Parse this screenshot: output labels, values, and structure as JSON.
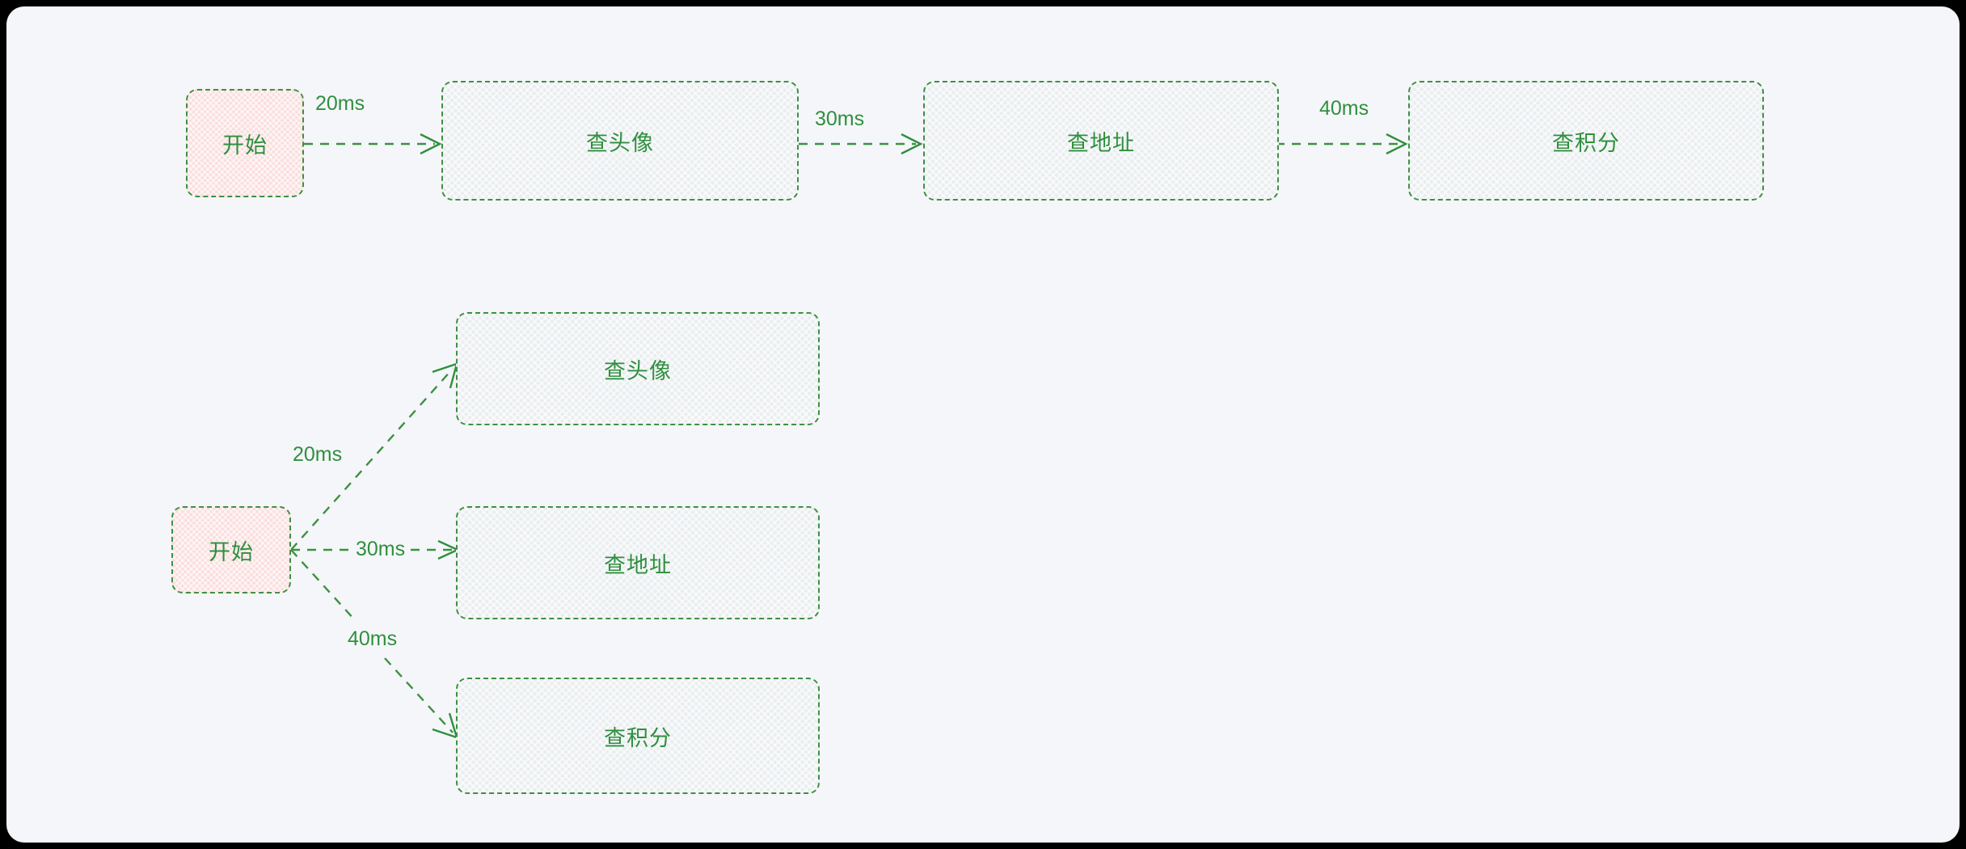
{
  "canvas": {
    "background": "#000000",
    "panel_background": "#f5f6f9",
    "accent_green": "#3d9142",
    "text_green": "#2f8f3e",
    "start_fill": "#fadcdc",
    "task_fill": "#eaeef0"
  },
  "diagrams": [
    {
      "name": "serial-flow",
      "layout": "horizontal-chain",
      "nodes": [
        {
          "id": "s1-start",
          "label": "开始",
          "type": "start"
        },
        {
          "id": "s1-avatar",
          "label": "查头像",
          "type": "task"
        },
        {
          "id": "s1-addr",
          "label": "查地址",
          "type": "task"
        },
        {
          "id": "s1-point",
          "label": "查积分",
          "type": "task"
        }
      ],
      "edges": [
        {
          "from": "s1-start",
          "to": "s1-avatar",
          "label": "20ms"
        },
        {
          "from": "s1-avatar",
          "to": "s1-addr",
          "label": "30ms"
        },
        {
          "from": "s1-addr",
          "to": "s1-point",
          "label": "40ms"
        }
      ]
    },
    {
      "name": "parallel-flow",
      "layout": "fan-out",
      "nodes": [
        {
          "id": "s2-start",
          "label": "开始",
          "type": "start"
        },
        {
          "id": "s2-avatar",
          "label": "查头像",
          "type": "task"
        },
        {
          "id": "s2-addr",
          "label": "查地址",
          "type": "task"
        },
        {
          "id": "s2-point",
          "label": "查积分",
          "type": "task"
        }
      ],
      "edges": [
        {
          "from": "s2-start",
          "to": "s2-avatar",
          "label": "20ms"
        },
        {
          "from": "s2-start",
          "to": "s2-addr",
          "label": "30ms"
        },
        {
          "from": "s2-start",
          "to": "s2-point",
          "label": "40ms"
        }
      ]
    }
  ]
}
